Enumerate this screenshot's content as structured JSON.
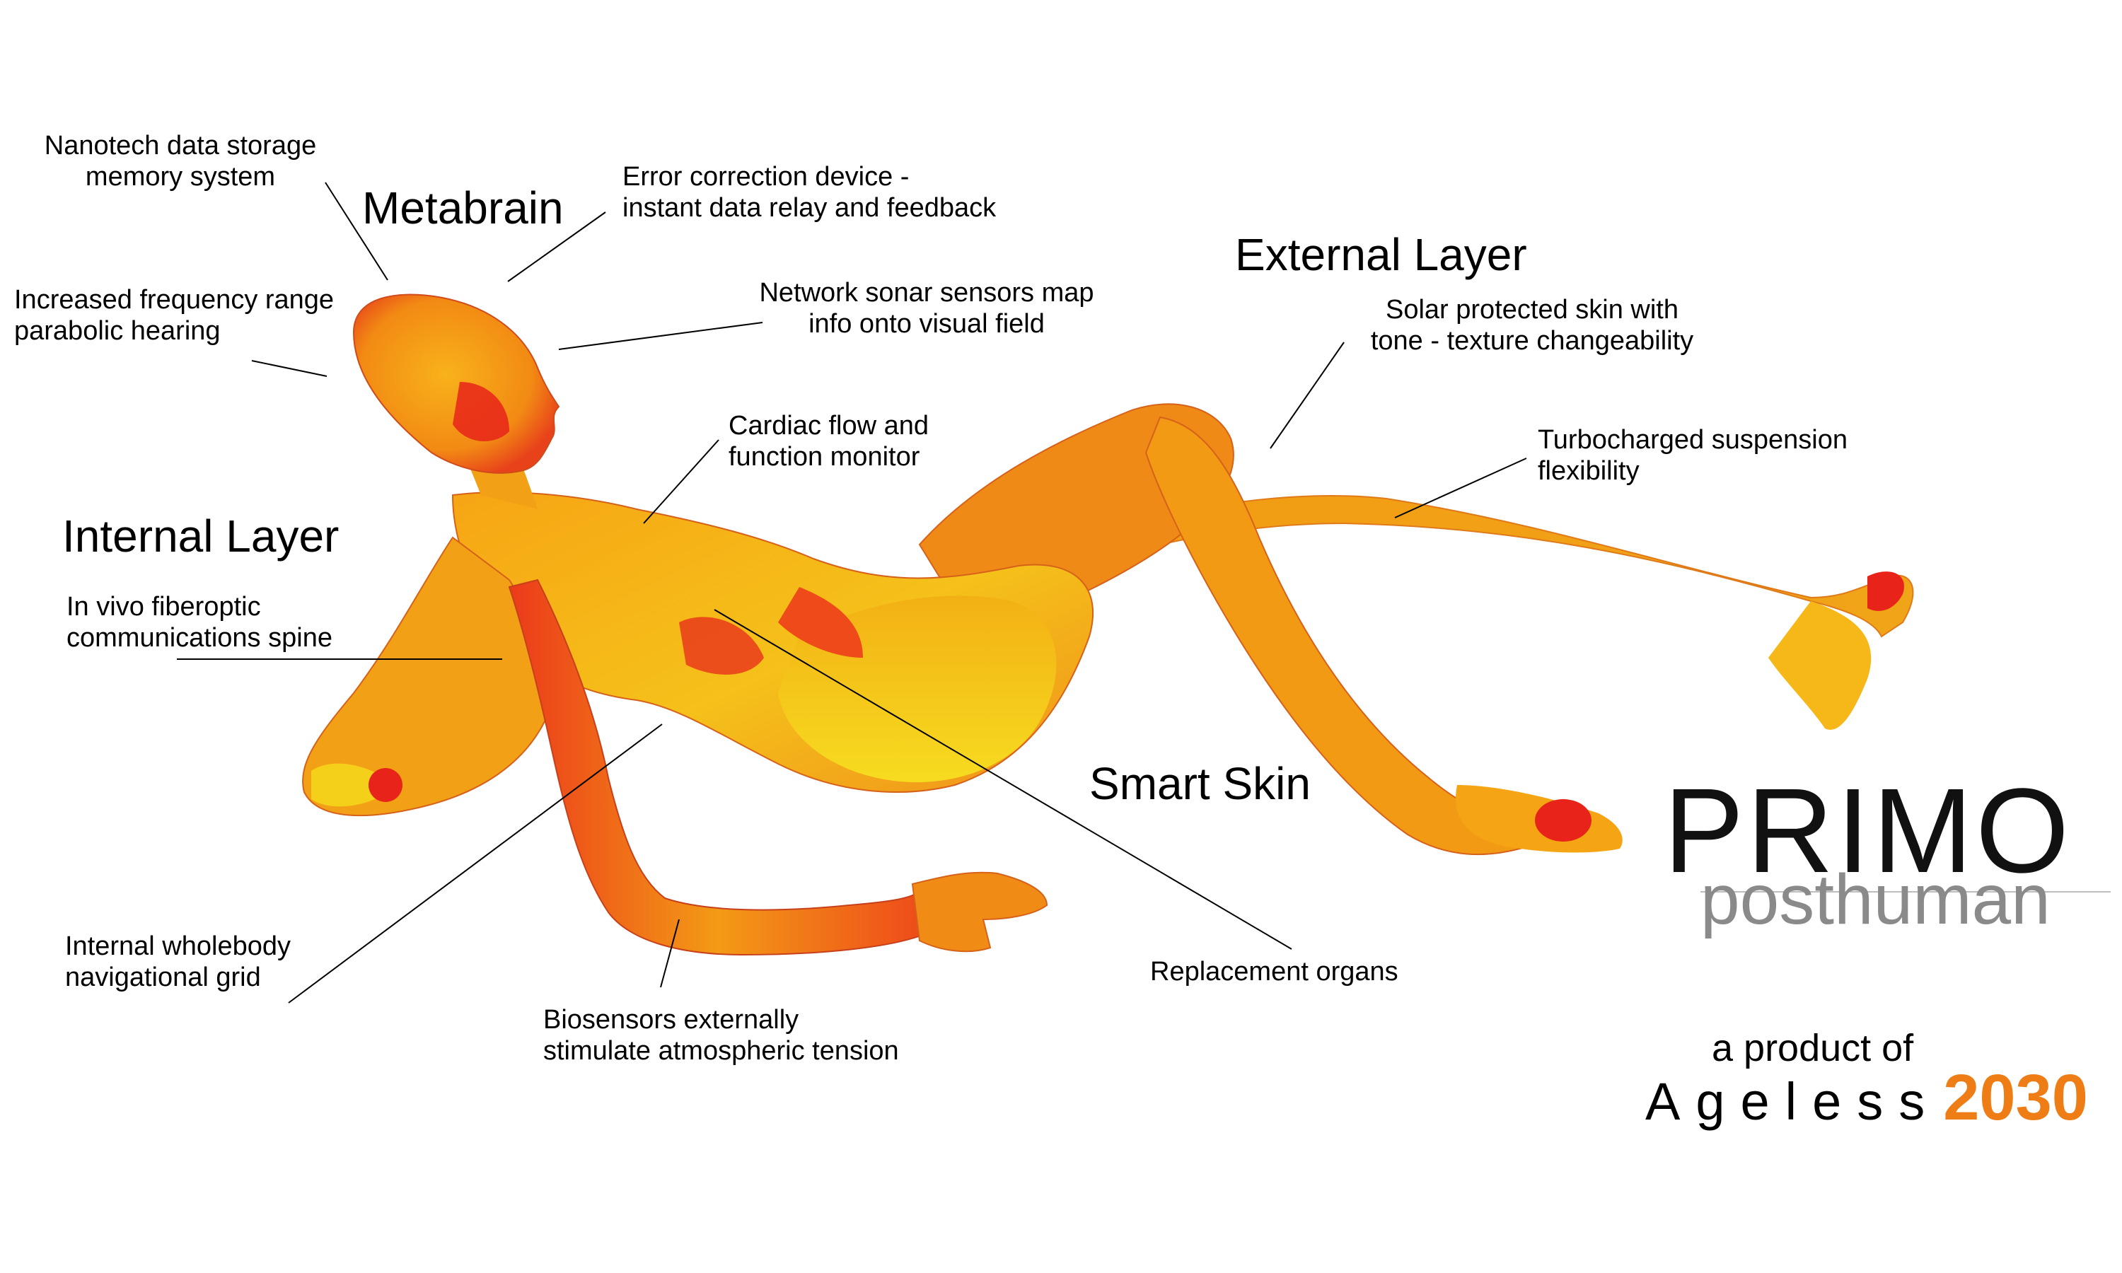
{
  "titles": {
    "metabrain": "Metabrain",
    "internal_layer": "Internal Layer",
    "external_layer": "External Layer",
    "smart_skin": "Smart Skin"
  },
  "labels": {
    "nanotech": "Nanotech data storage\nmemory system",
    "error_correction": "Error correction device -\ninstant data relay and feedback",
    "hearing": "Increased frequency range\nparabolic hearing",
    "sonar": "Network sonar sensors map\ninfo onto visual field",
    "cardiac": "Cardiac flow and\nfunction monitor",
    "fiberoptic": "In vivo fiberoptic\ncommunications spine",
    "solar_skin": "Solar protected skin with\ntone - texture changeability",
    "suspension": "Turbocharged suspension\nflexibility",
    "nav_grid": "Internal wholebody\nnavigational grid",
    "biosensors": "Biosensors externally\nstimulate atmospheric tension",
    "organs": "Replacement organs"
  },
  "brand": {
    "name": "PRIMO",
    "subtitle": "posthuman",
    "tagline": "a product of",
    "maker": "Ageless",
    "year": "2030"
  },
  "colors": {
    "body_red": "#e8231a",
    "body_orange": "#f59a12",
    "body_yellow": "#f7d41c",
    "accent_orange": "#ef7d16",
    "subtitle_gray": "#8a8a8a"
  }
}
